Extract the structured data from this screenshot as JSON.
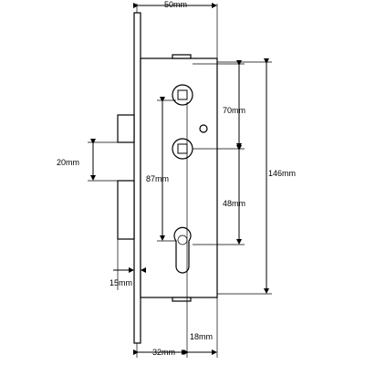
{
  "diagram": {
    "dimensions": {
      "width_total": "50mm",
      "spindle_to_spindle": "70mm",
      "top_spindle_to_cylinder": "87mm",
      "case_height": "146mm",
      "latch_height": "20mm",
      "spindle_to_cylinder": "48mm",
      "latch_projection": "15mm",
      "backset": "32mm",
      "cylinder_offset": "18mm"
    },
    "colors": {
      "stroke": "#000000",
      "background": "#ffffff"
    }
  }
}
